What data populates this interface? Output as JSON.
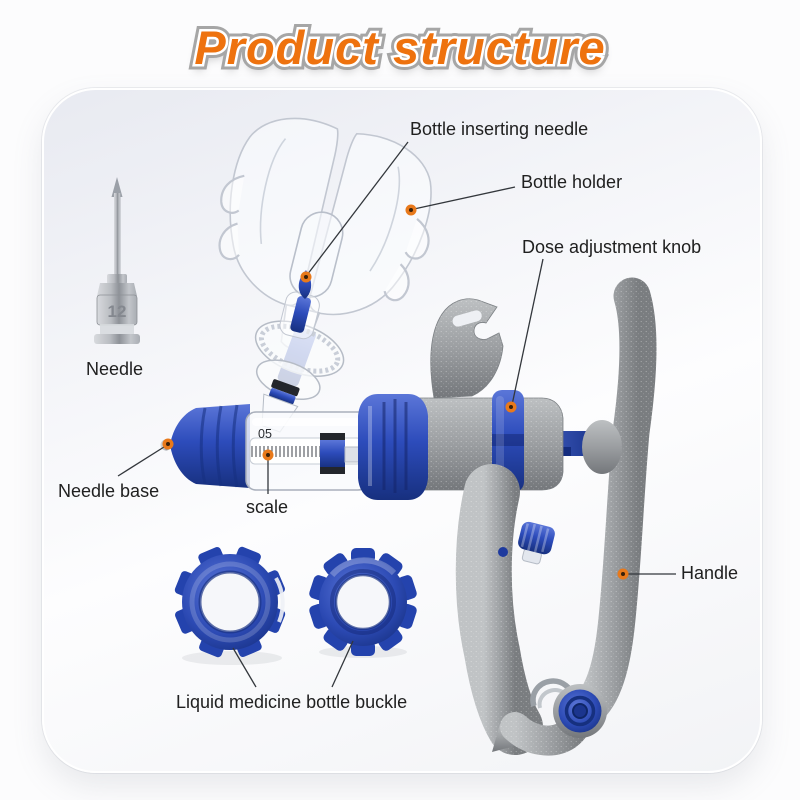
{
  "title": "Product structure",
  "labels": {
    "bottle_inserting_needle": "Bottle inserting needle",
    "bottle_holder": "Bottle holder",
    "dose_adjustment_knob": "Dose adjustment knob",
    "needle": "Needle",
    "needle_base": "Needle base",
    "scale": "scale",
    "handle": "Handle",
    "liquid_medicine_bottle_buckle": "Liquid medicine bottle buckle"
  },
  "markings": {
    "needle_gauge": "12",
    "syringe_scale_value": "05"
  },
  "colors": {
    "title_orange": "#ee720e",
    "accent_blue": "#2c4ab4",
    "handle_gray": "#9b9ea1",
    "callout_dot_orange": "#e8791b",
    "label_text": "#202020"
  }
}
